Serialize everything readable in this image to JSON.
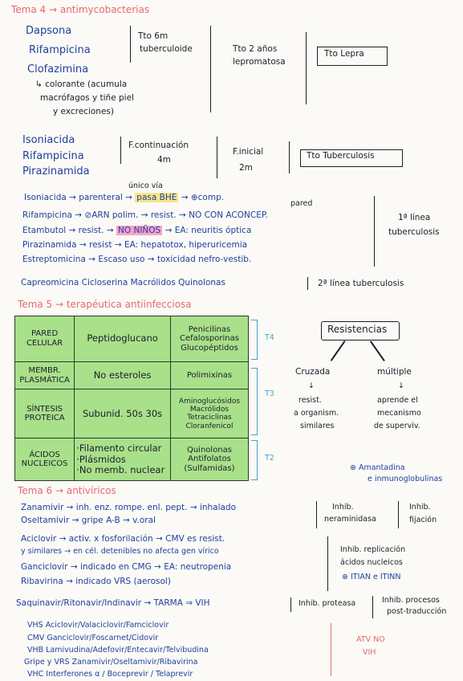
{
  "tema4": {
    "title": "Tema 4 → antimycobacterias",
    "lepra_drugs": [
      "Dapsona",
      "Rifampicina",
      "Clofazimina"
    ],
    "clofazimina_note": [
      "↳ colorante (acumula",
      "macrófagos y tiñe piel",
      "y excreciones)"
    ],
    "tto_tuberculoide": [
      "Tto 6m",
      "tuberculoide"
    ],
    "tto_lepromatosa": [
      "Tto 2 años",
      "lepromatosa"
    ],
    "tto_lepra": "Tto Lepra",
    "tb_drugs": [
      "Isoniacida",
      "Rifampicina",
      "Pirazinamida"
    ],
    "f_continuacion": [
      "F.continuación",
      "4m"
    ],
    "f_inicial": [
      "F.inicial",
      "2m"
    ],
    "tto_tuberculosis": "Tto Tuberculosis",
    "unico_via": "único vía",
    "line_isoniacida": [
      "Isoniacida → parenteral →",
      "pasa BHE",
      "→ ⊕comp.",
      "pared"
    ],
    "line_rifampicina": "Rifampicina → ⊘ARN polim. → resist. → NO CON ACONCEP.",
    "line_etambutol": [
      "Etambutol → resist. →",
      "NO NIÑOS",
      "→ EA: neuritis óptica"
    ],
    "line_pirazinamida": "Pirazinamida → resist → EA: hepatotox, hiperuricemia",
    "line_estreptomicina": "Estreptomicina → Escaso uso → toxicidad nefro-vestib.",
    "primera_linea": [
      "1ª línea",
      "tuberculosis"
    ],
    "segunda_linea_drugs": "Capreomicina Cicloserina Macrólidos Quinolonas",
    "segunda_linea": "2ª línea tuberculosis"
  },
  "tema5": {
    "title": "Tema 5 → terapéutica antiinfecciosa",
    "table": [
      {
        "target": "PARED CELULAR",
        "mechanism": "Peptidoglucano",
        "drugs": [
          "Penicilinas",
          "Cefalosporinas",
          "Glucopéptidos"
        ]
      },
      {
        "target": "MEMBR. PLASMÁTICA",
        "mechanism": "No esteroles",
        "drugs": [
          "Polimixinas"
        ]
      },
      {
        "target": "SÍNTESIS PROTEICA",
        "mechanism": "Subunid. 50s 30s",
        "drugs": [
          "Aminoglucósidos",
          "Macrólidos",
          "Tetraciclinas",
          "Cloranfenicol"
        ]
      },
      {
        "target": "ÁCIDOS NUCLEICOS",
        "mechanism": [
          "·Filamento circular",
          "·Plásmidos",
          "·No memb. nuclear"
        ],
        "drugs": [
          "Quinolonas",
          "Antifolatos",
          "(Sulfamidas)"
        ]
      }
    ],
    "t_labels": [
      "T4",
      "T3",
      "T2"
    ],
    "resistencias": "Resistencias",
    "cruzada": "Cruzada",
    "multiple": "múltiple",
    "cruzada_desc": [
      "↓",
      "resist.",
      "a organism.",
      "similares"
    ],
    "multiple_desc": [
      "↓",
      "aprende el",
      "mecanismo",
      "de superviv."
    ],
    "amantadina": [
      "⊕ Amantadina",
      "e inmunoglobulinas"
    ]
  },
  "tema6": {
    "title": "Tema 6 → antivíricos",
    "line_zanamivir": "Zanamivir → inh. enz. rompe. enl. pept. → inhalado",
    "line_oseltamivir": "Oseltamivir → gripe A-B → v.oral",
    "inhib_neuraminidasa": [
      "Inhib.",
      "neraminidasa"
    ],
    "inhib_fijacion": [
      "Inhib.",
      "fijación"
    ],
    "line_aciclovir": "Aciclovir → activ. x fosforilación → CMV es resist.",
    "line_similares": "y similares → en cél. detenibles no afecta gen vírico",
    "line_ganciclovir": "Ganciclovir → indicado en CMG → EA: neutropenia",
    "line_ribavirina": "Ribavirina → indicado VRS (aerosol)",
    "inhib_replicacion": [
      "Inhib. replicación",
      "ácidos nucleicos",
      "⊕ ITIAN e ITINN"
    ],
    "line_saquinavir": "Saquinavir/Ritonavir/Indinavir → TARMA ⇒ VIH",
    "inhib_proteasa": "Inhib. proteasa",
    "inhib_procesos": [
      "Inhib. procesos",
      "post-traducción"
    ],
    "atv_lines": [
      "VHS Aciclovir/Valaciclovir/Famciclovir",
      "CMV Ganciclovir/Foscarnet/Cidovir",
      "VHB Lamivudina/Adefovir/Entecavir/Telvibudina",
      "Gripe y VRS Zanamivir/Oseltamivir/Ribavirina",
      "VHC Interferones α / Boceprevir / Telaprevir"
    ],
    "atv_no_vih": [
      "ATV NO",
      "VIH"
    ]
  }
}
